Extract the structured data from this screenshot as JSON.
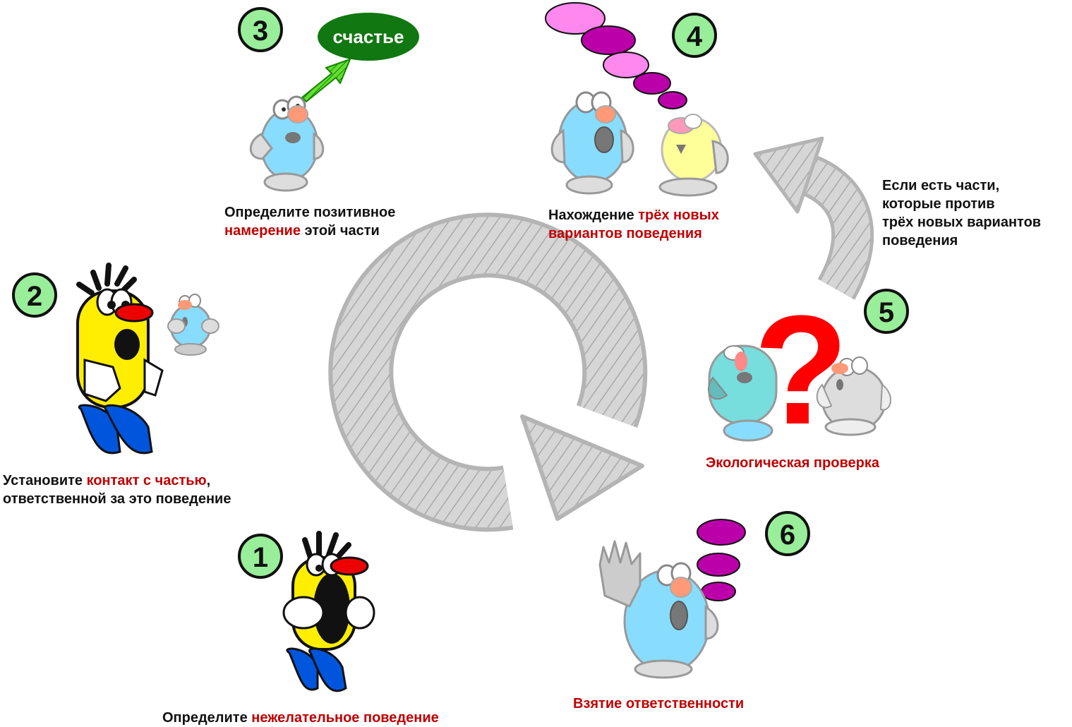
{
  "steps": [
    {
      "number": "1",
      "caption_pre": "Определите ",
      "caption_hl": "нежелательное поведение"
    },
    {
      "number": "2",
      "caption_pre": "Установите ",
      "caption_hl": "контакт с частью",
      "caption_post": ",",
      "caption_line2": "ответственной за это поведение"
    },
    {
      "number": "3",
      "caption_line1": "Определите позитивное",
      "caption_hl": "намерение",
      "caption_post": " этой части"
    },
    {
      "number": "4",
      "caption_pre": "Нахождение ",
      "caption_hl": "трёх новых",
      "caption_line2_hl": "вариантов поведения"
    },
    {
      "number": "5",
      "caption_hl": "Экологическая проверка"
    },
    {
      "number": "6",
      "caption_hl": "Взятие ответственности"
    }
  ],
  "happiness_label": "счастье",
  "side_note": {
    "line1": "Если есть части,",
    "line2": "которые против",
    "line3": "трёх новых вариантов",
    "line4": "поведения"
  },
  "question_mark": "?",
  "colors": {
    "badge_fill": "#99ee99",
    "highlight": "#c00000",
    "happiness": "#117711",
    "arrow_gray": "#c8c8c8",
    "bubble_pink": "#ff88ee",
    "bubble_purple": "#bb00aa",
    "question": "#ff0000"
  }
}
